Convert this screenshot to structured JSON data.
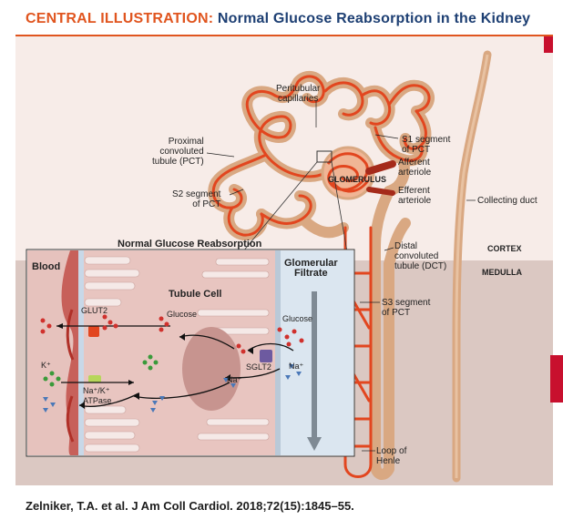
{
  "header": {
    "lead": "CENTRAL ILLUSTRATION:",
    "title": "Normal Glucose Reabsorption in the Kidney"
  },
  "kidney_labels": {
    "peritubular": "Peritubular\ncapillaries",
    "pct": "Proximal\nconvoluted\ntubule (PCT)",
    "s1": "S1 segment\nof PCT",
    "afferent": "Afferent\narteriole",
    "glomerulus": "GLOMERULUS",
    "efferent": "Efferent\narteriole",
    "s2": "S2 segment\nof PCT",
    "collecting": "Collecting duct",
    "cortex": "CORTEX",
    "medulla": "MEDULLA",
    "dct": "Distal\nconvoluted\ntubule (DCT)",
    "s3": "S3 segment\nof PCT",
    "loop": "Loop of\nHenle"
  },
  "inset": {
    "title": "Normal Glucose Reabsorption",
    "blood": "Blood",
    "tubule_cell": "Tubule Cell",
    "filtrate": "Glomerular\nFiltrate",
    "glut2": "GLUT2",
    "glucose_cell": "Glucose",
    "glucose_filtrate": "Glucose",
    "sglt2": "SGLT2",
    "na_cell": "Na⁺",
    "na_filtrate": "Na⁺",
    "k": "K⁺",
    "pump": "Na⁺/K⁺\nATPase"
  },
  "citation": "Zelniker, T.A. et al. J Am Coll Cardiol. 2018;72(15):1845–55.",
  "colors": {
    "title_accent": "#e0551f",
    "title_main": "#1d3f73",
    "vessel": "#e2461f",
    "tubule": "#d9a882",
    "cortex_bg": "#f7ece8",
    "medulla_bg": "#dbc8c2",
    "cell": "#e6c2bd",
    "filtrate_bg": "#dbe6f0"
  }
}
